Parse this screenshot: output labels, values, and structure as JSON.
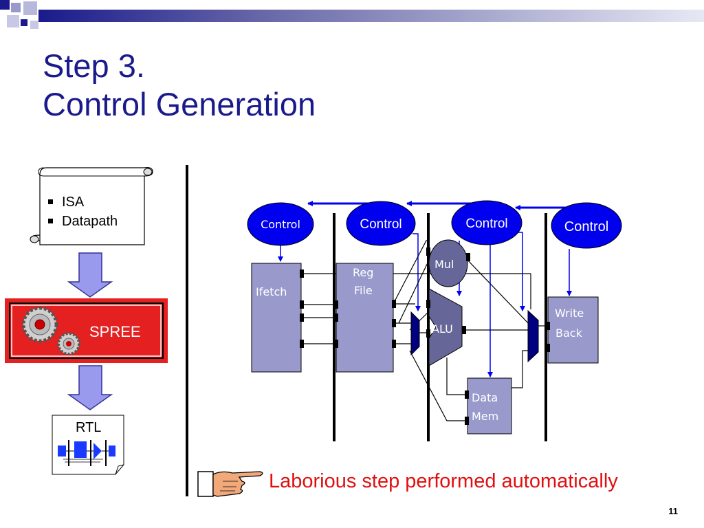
{
  "slide": {
    "title_line1": "Step 3.",
    "title_line2": "Control Generation",
    "caption": "Laborious step performed automatically",
    "page_number": "11"
  },
  "left_flow": {
    "scroll_items": [
      "ISA",
      "Datapath"
    ],
    "tool_label": "SPREE",
    "output_label": "RTL"
  },
  "datapath": {
    "control_labels": [
      "Control",
      "Control",
      "Control",
      "Control"
    ],
    "blocks": {
      "ifetch": "Ifetch",
      "regfile_line1": "Reg",
      "regfile_line2": "File",
      "mul": "Mul",
      "alu": "ALU",
      "writeback_line1": "Write",
      "writeback_line2": "Back",
      "datamem_line1": "Data",
      "datamem_line2": "Mem"
    }
  },
  "colors": {
    "title": "#1a1a8c",
    "control_fill": "#0000ee",
    "block_fill": "#9999cc",
    "alu_fill": "#666699",
    "mux_fill": "#000080",
    "arrow_blue": "#0000ee",
    "spree_red": "#e52020",
    "caption_red": "#e01010"
  }
}
